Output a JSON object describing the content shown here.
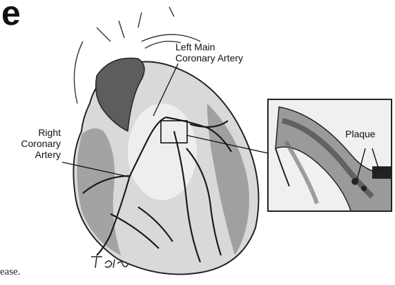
{
  "figure": {
    "panel_letter": "e",
    "labels": {
      "left_main": [
        "Left Main",
        "Coronary Artery"
      ],
      "right_coronary": [
        "Right",
        "Coronary",
        "Artery"
      ],
      "plaque": "Plaque"
    },
    "caption_fragment": "ease.",
    "signature": "T.Gluss"
  }
}
